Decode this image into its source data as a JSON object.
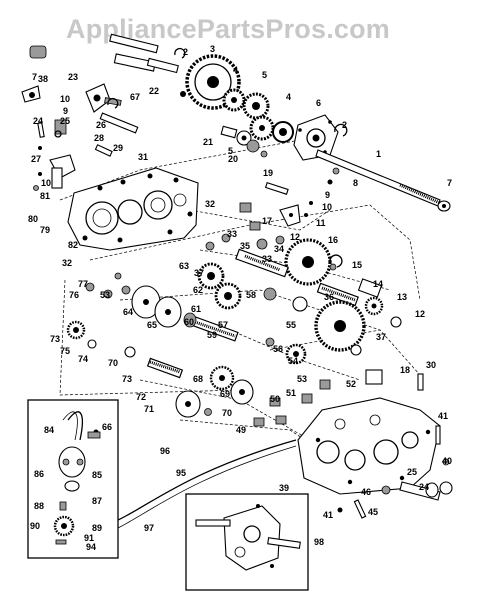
{
  "watermark": "AppliancePartsPros.com",
  "callouts": [
    "1",
    "2",
    "3",
    "4",
    "5",
    "6",
    "7",
    "8",
    "9",
    "10",
    "11",
    "12",
    "13",
    "14",
    "15",
    "16",
    "17",
    "18",
    "19",
    "20",
    "21",
    "22",
    "23",
    "24",
    "25",
    "26",
    "27",
    "28",
    "29",
    "30",
    "31",
    "32",
    "33",
    "34",
    "35",
    "36",
    "37",
    "38",
    "39",
    "40",
    "41",
    "45",
    "46",
    "49",
    "50",
    "51",
    "52",
    "53",
    "54",
    "55",
    "56",
    "57",
    "58",
    "59",
    "60",
    "61",
    "62",
    "63",
    "64",
    "65",
    "66",
    "67",
    "68",
    "69",
    "70",
    "71",
    "72",
    "73",
    "74",
    "75",
    "76",
    "77",
    "79",
    "80",
    "81",
    "82",
    "84",
    "85",
    "86",
    "87",
    "88",
    "89",
    "90",
    "91",
    "94",
    "95",
    "96",
    "97",
    "98"
  ]
}
